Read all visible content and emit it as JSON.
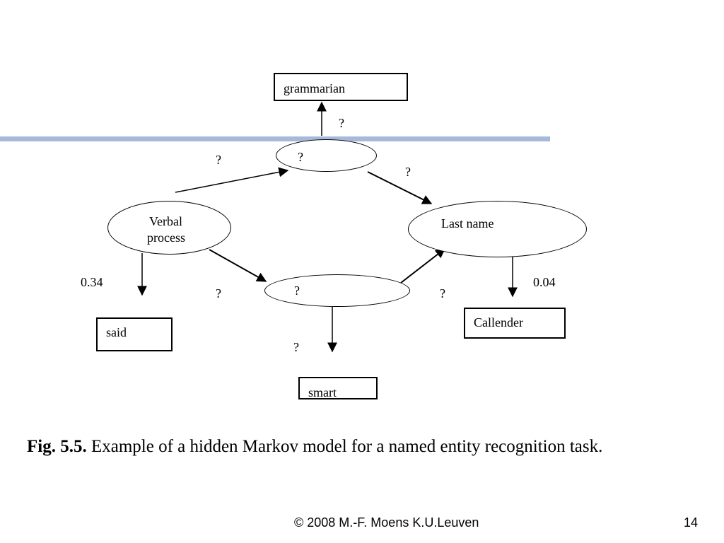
{
  "diagram": {
    "states": {
      "top_hidden": "?",
      "verbal_process": "Verbal process",
      "verbal_process_line1": "Verbal",
      "verbal_process_line2": "process",
      "last_name": "Last name",
      "bottom_hidden": "?"
    },
    "observations": {
      "grammarian": "grammarian",
      "said": "said",
      "callender": "Callender",
      "smart": "smart"
    },
    "edge_labels": {
      "top_to_grammarian": "?",
      "verbal_to_top": "?",
      "top_to_lastname": "?",
      "verbal_to_said": "0.34",
      "verbal_to_bottom": "?",
      "bottom_to_lastname": "?",
      "bottom_to_smart": "?",
      "lastname_to_callender": "0.04"
    }
  },
  "caption": {
    "prefix": "Fig. 5.5.",
    "text": "Example of a hidden Markov model for a named entity recognition task."
  },
  "footer": {
    "copyright": "© 2008 M.-F. Moens  K.U.Leuven",
    "page_number": "14"
  }
}
